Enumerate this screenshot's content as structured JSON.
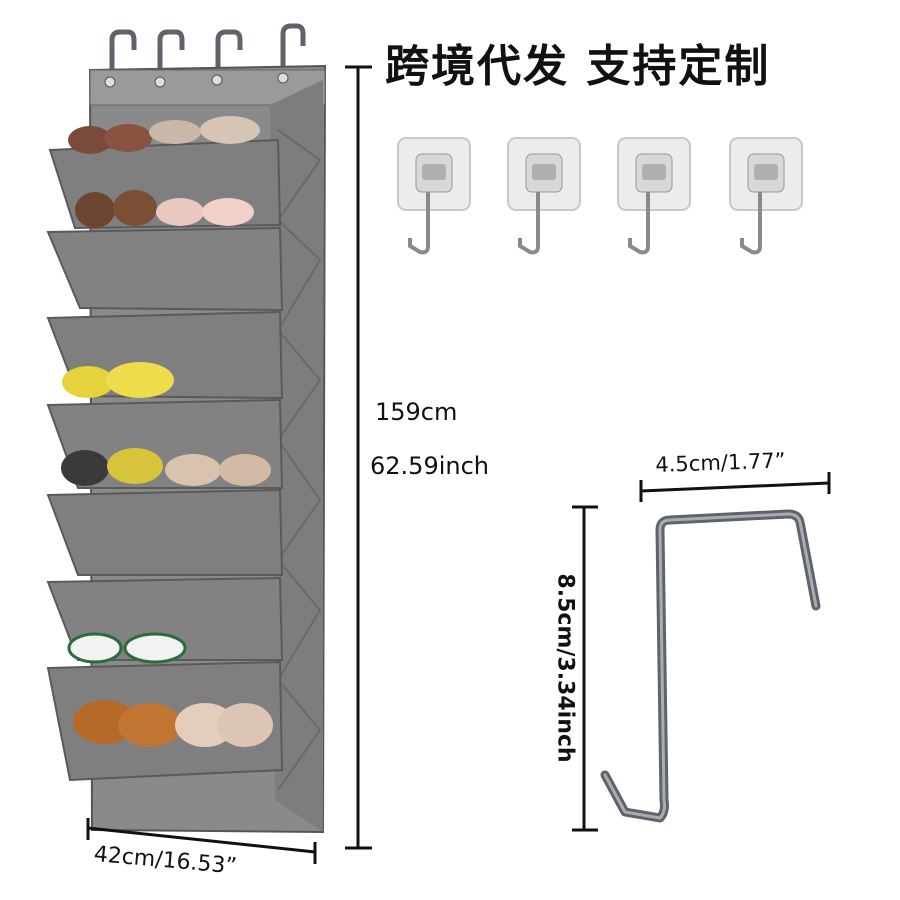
{
  "headline": "跨境代发 支持定制",
  "dimensions": {
    "height_cm": "159cm",
    "height_inch": "62.59inch",
    "width": "42cm/16.53”",
    "hook_width": "4.5cm/1.77”",
    "hook_height": "8.5cm/3.34inch"
  },
  "colors": {
    "organizer_fabric": "#8a8a8a",
    "organizer_dark": "#6e6e6e",
    "hook_metal": "#5f646a",
    "background": "#ffffff"
  },
  "icons": [
    "over-door-hook-icon",
    "adhesive-hook-icon",
    "shoe-icon"
  ]
}
